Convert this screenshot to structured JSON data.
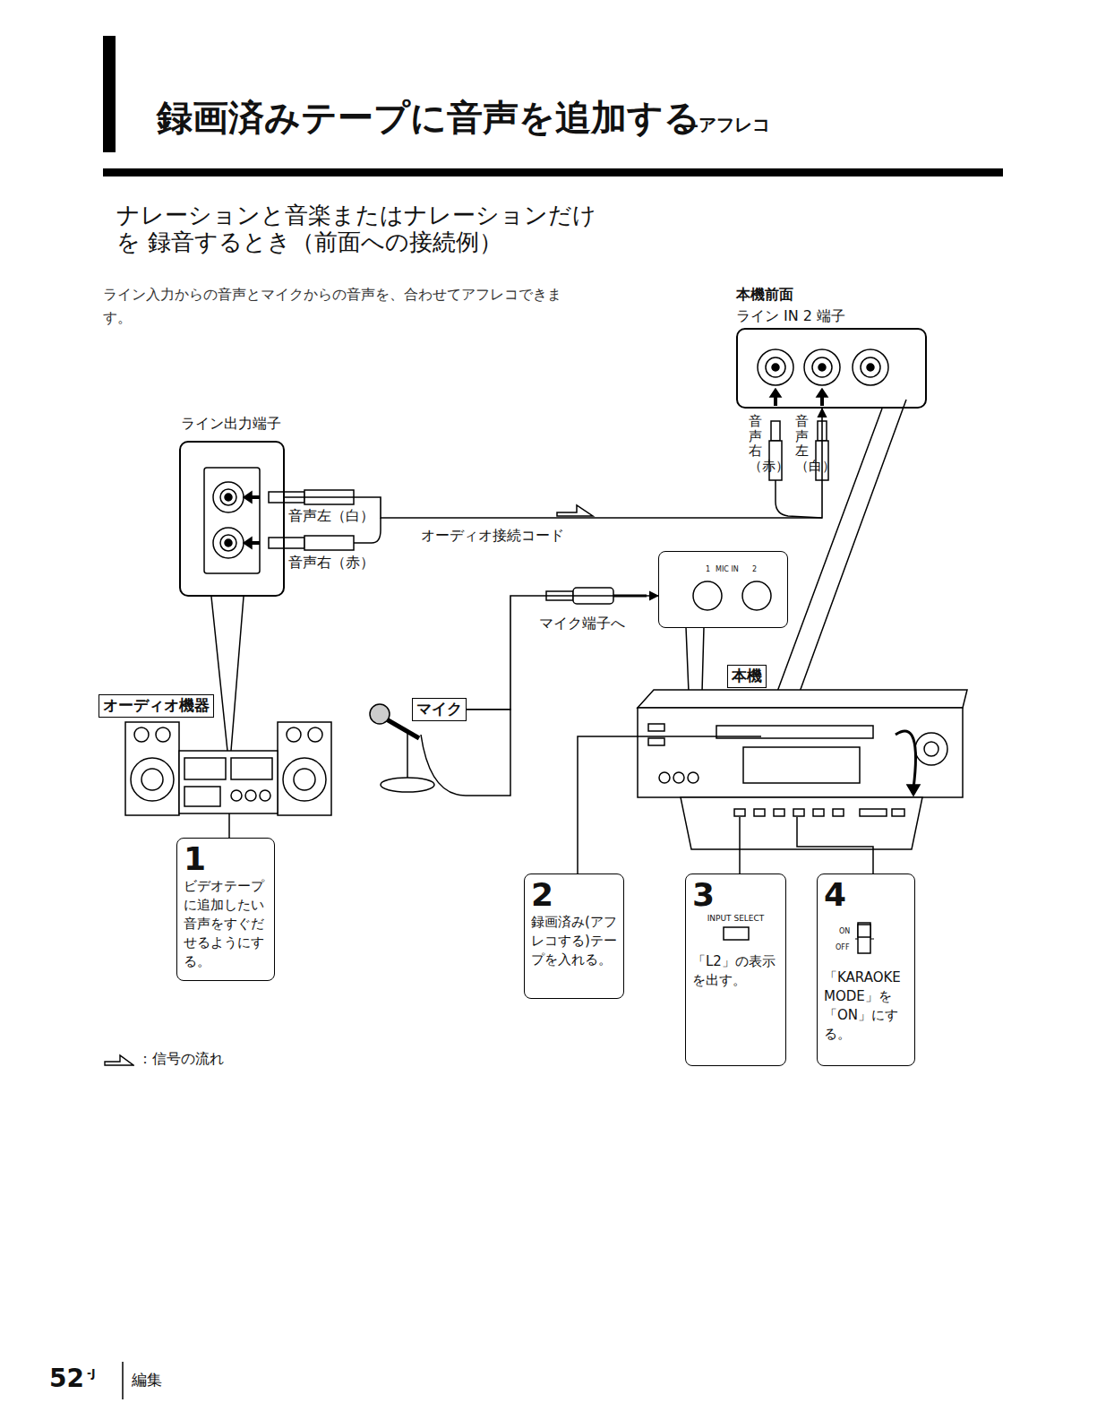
{
  "diagram": {
    "title": "録画済みテープに音声を追加する",
    "nodes": [
      {
        "text": [
          "ライン出力端子"
        ]
      },
      {
        "text": [
          "本機前面",
          "ライン IN 2 端子"
        ]
      },
      {
        "text": [
          "1",
          "MIC IN",
          "2"
        ]
      },
      {
        "text": [
          "オーディオ機器"
        ]
      },
      {
        "text": [
          "マイク"
        ]
      },
      {
        "text": [
          "本機"
        ]
      },
      {
        "text": [
          "1",
          "ビデオテープに追加したい音声をすぐだせるようにする。"
        ]
      },
      {
        "text": [
          "2",
          "録画済み(アフレコする)テープを入れる。"
        ]
      },
      {
        "text": [
          "3",
          "INPUT SELECT",
          "「L2」の表示を出す。"
        ]
      },
      {
        "text": [
          "4",
          "ON",
          "OFF",
          "「KARAOKE MODE」を「ON」にする。"
        ]
      }
    ],
    "edges": [
      {
        "from": 0,
        "to": 1,
        "arrow": "to",
        "label": "オーディオ接続コード"
      },
      {
        "from": 4,
        "to": 2,
        "arrow": "to",
        "label": "マイク端子へ"
      }
    ],
    "labels": [
      "—アフレコ",
      "ナレーションと音楽またはナレーションだけを 録音するとき（前面への接続例）",
      "ライン入力からの音声とマイクからの音声を、合わせてアフレコできます。",
      "音声左（白）",
      "音声右（赤）",
      "音声右（赤）",
      "音声左（白）",
      "52",
      "-J",
      "編集"
    ],
    "legend": [
      {
        "text": "：信号の流れ"
      }
    ]
  }
}
